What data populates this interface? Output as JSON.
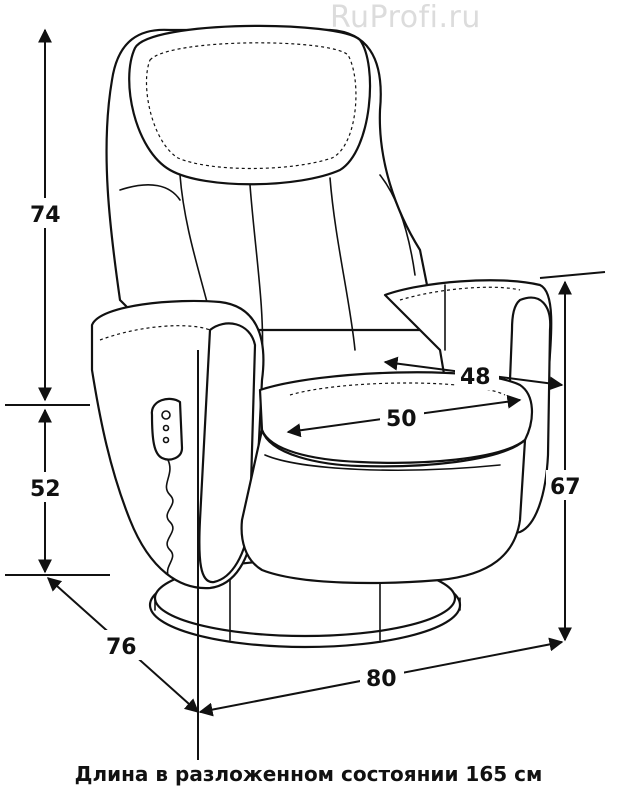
{
  "watermark": "RuProfi.ru",
  "caption": "Длина в разложенном состоянии 165 см",
  "dimensions": {
    "back_height": "74",
    "seat_height": "52",
    "depth": "76",
    "width": "80",
    "arm_height": "67",
    "seat_depth": "48",
    "seat_width": "50"
  }
}
